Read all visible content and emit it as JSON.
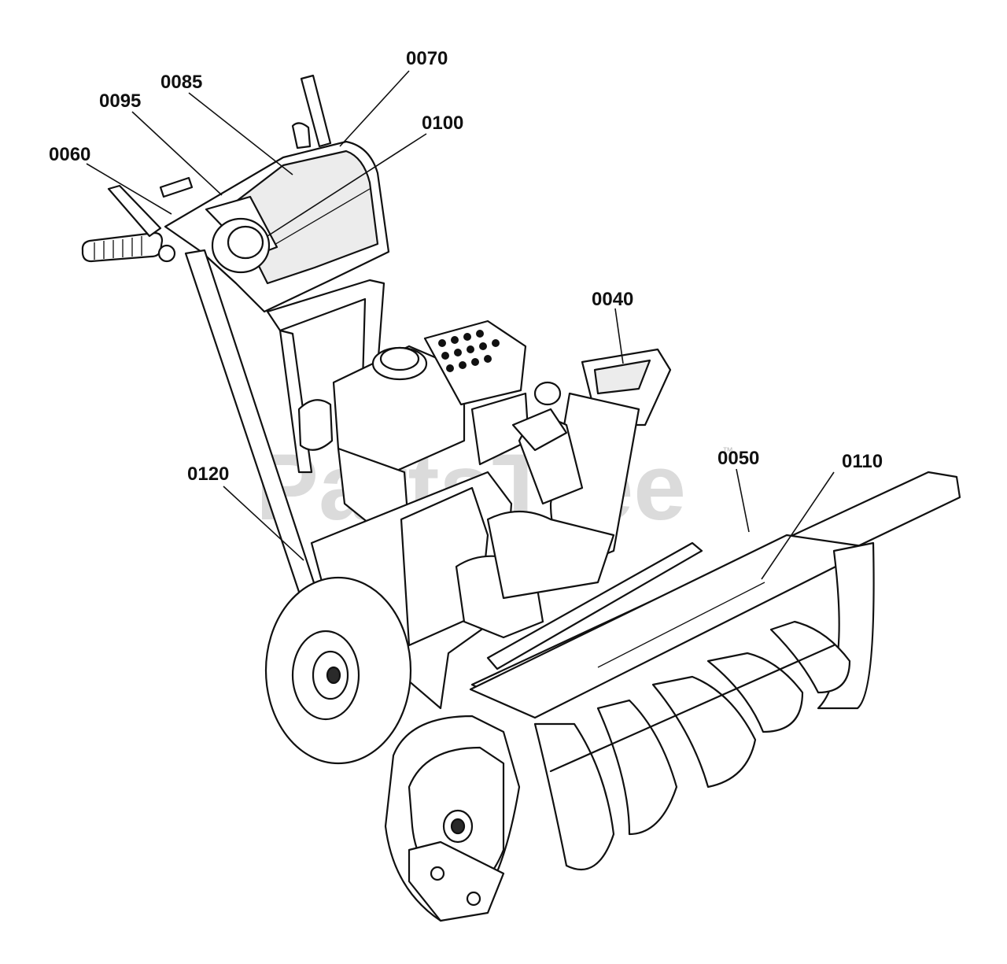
{
  "watermark": {
    "text": "PartsTree",
    "mark": "™"
  },
  "callouts": [
    {
      "id": "0070",
      "label": "0070"
    },
    {
      "id": "0085",
      "label": "0085"
    },
    {
      "id": "0095",
      "label": "0095"
    },
    {
      "id": "0100",
      "label": "0100"
    },
    {
      "id": "0060",
      "label": "0060"
    },
    {
      "id": "0040",
      "label": "0040"
    },
    {
      "id": "0120",
      "label": "0120"
    },
    {
      "id": "0050",
      "label": "0050"
    },
    {
      "id": "0110",
      "label": "0110"
    }
  ]
}
